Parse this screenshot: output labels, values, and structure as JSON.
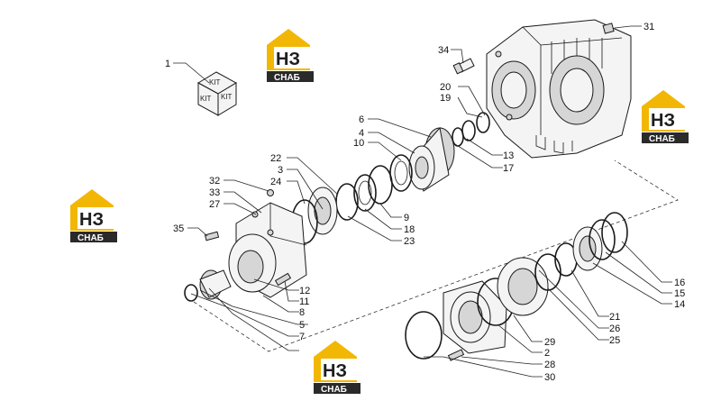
{
  "logo": {
    "mark": "НЗ",
    "caption": "СНАБ",
    "accent": "#f2b705",
    "dark": "#2a2a2a"
  },
  "kit": {
    "face_a": "KIT",
    "face_b": "KIT",
    "face_c": "KIT"
  },
  "callouts": {
    "c1": "1",
    "c2": "2",
    "c3": "3",
    "c4": "4",
    "c5": "5",
    "c6": "6",
    "c7": "7",
    "c8": "8",
    "c9": "9",
    "c10": "10",
    "c11": "11",
    "c12": "12",
    "c13": "13",
    "c14": "14",
    "c15": "15",
    "c16": "16",
    "c17": "17",
    "c18": "18",
    "c19": "19",
    "c20": "20",
    "c21": "21",
    "c22": "22",
    "c23": "23",
    "c24": "24",
    "c25": "25",
    "c26": "26",
    "c27": "27",
    "c28": "28",
    "c29": "29",
    "c30": "30",
    "c31": "31",
    "c32": "32",
    "c33": "33",
    "c34": "34",
    "c35": "35"
  }
}
